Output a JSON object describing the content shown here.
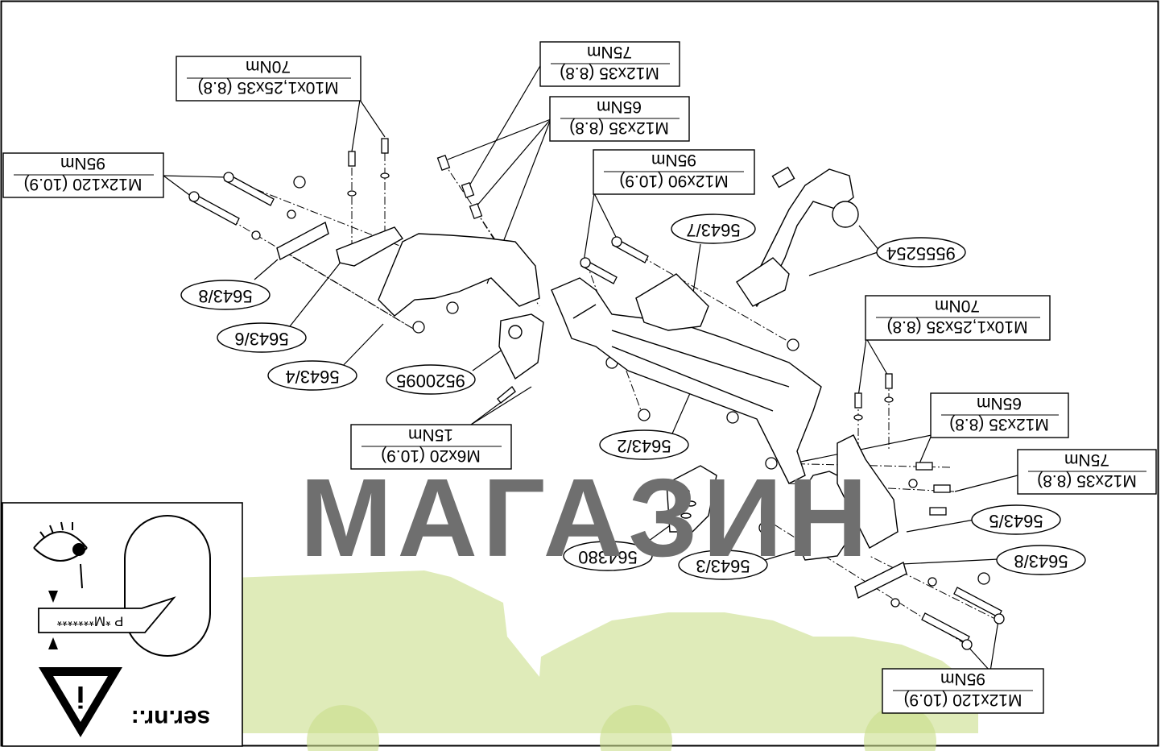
{
  "watermark": {
    "word": "МАГАЗИН",
    "text_color": "#6f6f6f",
    "car_color": "#c9de8a",
    "car_alpha": 0.6
  },
  "labels": {
    "m10_top": {
      "spec": "M10x1,25x35 (8.8)",
      "torque": "70Nm"
    },
    "m12x35_top75": {
      "spec": "M12x35 (8.8)",
      "torque": "75Nm"
    },
    "m12x35_top65": {
      "spec": "M12x35 (8.8)",
      "torque": "65Nm"
    },
    "m12x120_left": {
      "spec": "M12x120 (10.9)",
      "torque": "95Nm"
    },
    "m12x90": {
      "spec": "M12x90 (10.9)",
      "torque": "95Nm"
    },
    "m10_right": {
      "spec": "M10x1,25x35 (8.8)",
      "torque": "70Nm"
    },
    "m12x35_right65": {
      "spec": "M12x35 (8.8)",
      "torque": "65Nm"
    },
    "m12x35_right75": {
      "spec": "M12x35 (8.8)",
      "torque": "75Nm"
    },
    "m12x120_right": {
      "spec": "M12x120 (10.9)",
      "torque": "95Nm"
    },
    "m6x20": {
      "spec": "M6x20 (10.9)",
      "torque": "15Nm"
    }
  },
  "parts": {
    "p1": "5643/8",
    "p2": "5643/6",
    "p3": "5643/4",
    "p4": "9520095",
    "p5": "5643/7",
    "p6": "9555254",
    "p7": "5643/2",
    "p8": "5643/5",
    "p9": "5643/8",
    "p10": "5643/3",
    "p11": "564380"
  },
  "legend": {
    "nameplate_text": "P *M*******",
    "serial_label": "ser.nr.:",
    "info_glyph": "i"
  }
}
